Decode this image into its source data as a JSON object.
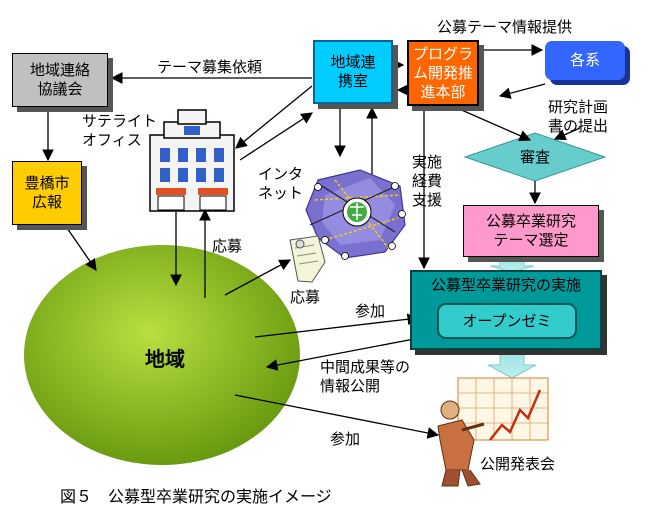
{
  "nodes": {
    "council": "地域連絡\n協議会",
    "liaison": "地域連\n携室",
    "program": "プログラ\nム開発推\n進本部",
    "depts": "各系",
    "koho": "豊橋市\n広報",
    "review": "審査",
    "selection": "公募卒業研究\nテーマ選定",
    "implementation": "公募型卒業研究の実施",
    "openseminar": "オープンゼミ",
    "region": "地域"
  },
  "labels": {
    "theme_info": "公募テーマ情報提供",
    "theme_request": "テーマ募集依頼",
    "satellite": "サテライト\nオフィス",
    "plan_submit": "研究計画\n書の提出",
    "internet": "インタ\nネット",
    "funding": "実施\n経費\n支援",
    "apply1": "応募",
    "apply2": "応募",
    "participate1": "参加",
    "interim": "中間成果等の\n情報公開",
    "participate2": "参加",
    "presentation": "公開発表会"
  },
  "caption": "図５　公募型卒業研究の実施イメージ",
  "colors": {
    "council": "#c0c0c0",
    "liaison": "#00ccff",
    "program": "#ff6600",
    "depts": "#3366ff",
    "koho": "#ffcc00",
    "review": "#66cccc",
    "selection": "#ff99cc",
    "implementation": "#009999",
    "openseminar": "#33cccc",
    "region": "#88bb11"
  },
  "icons": [
    "building-icon",
    "globe-network-icon",
    "document-icon",
    "presenter-chart-icon"
  ]
}
